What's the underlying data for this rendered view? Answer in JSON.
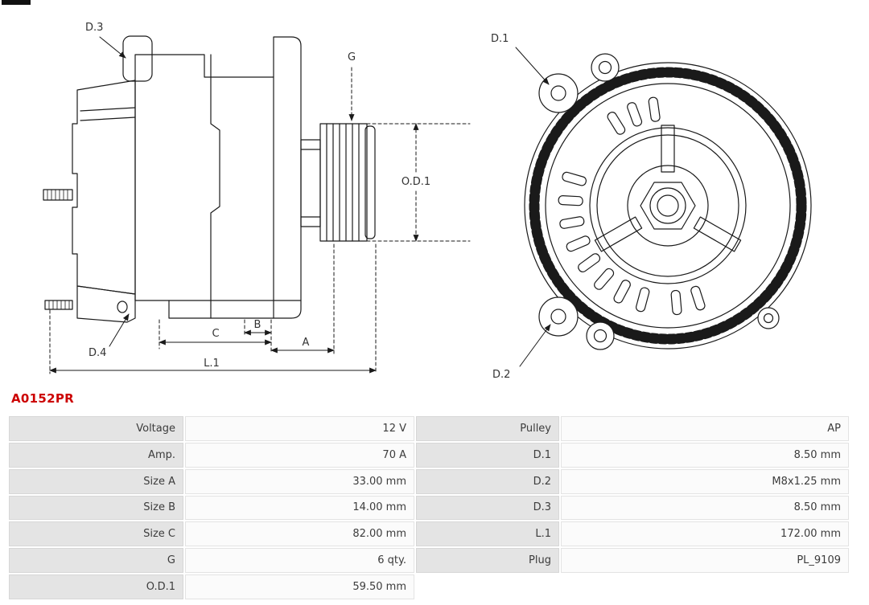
{
  "part_number": "A0152PR",
  "diagram": {
    "labels": {
      "d1": "D.1",
      "d2": "D.2",
      "d3": "D.3",
      "d4": "D.4",
      "g": "G",
      "od1": "O.D.1",
      "a": "A",
      "b": "B",
      "c": "C",
      "l1": "L.1"
    }
  },
  "specs": {
    "rows": [
      {
        "left_label": "Voltage",
        "left_value": "12 V",
        "right_label": "Pulley",
        "right_value": "AP"
      },
      {
        "left_label": "Amp.",
        "left_value": "70 A",
        "right_label": "D.1",
        "right_value": "8.50 mm"
      },
      {
        "left_label": "Size A",
        "left_value": "33.00 mm",
        "right_label": "D.2",
        "right_value": "M8x1.25 mm"
      },
      {
        "left_label": "Size B",
        "left_value": "14.00 mm",
        "right_label": "D.3",
        "right_value": "8.50 mm"
      },
      {
        "left_label": "Size C",
        "left_value": "82.00 mm",
        "right_label": "L.1",
        "right_value": "172.00 mm"
      },
      {
        "left_label": "G",
        "left_value": "6 qty.",
        "right_label": "Plug",
        "right_value": "PL_9109"
      },
      {
        "left_label": "O.D.1",
        "left_value": "59.50 mm",
        "right_label": "",
        "right_value": ""
      }
    ]
  },
  "colors": {
    "part_number_red": "#cc0000",
    "label_cell_bg": "#e4e4e4",
    "value_cell_bg": "#fbfbfb",
    "line_color": "#1a1a1a"
  }
}
